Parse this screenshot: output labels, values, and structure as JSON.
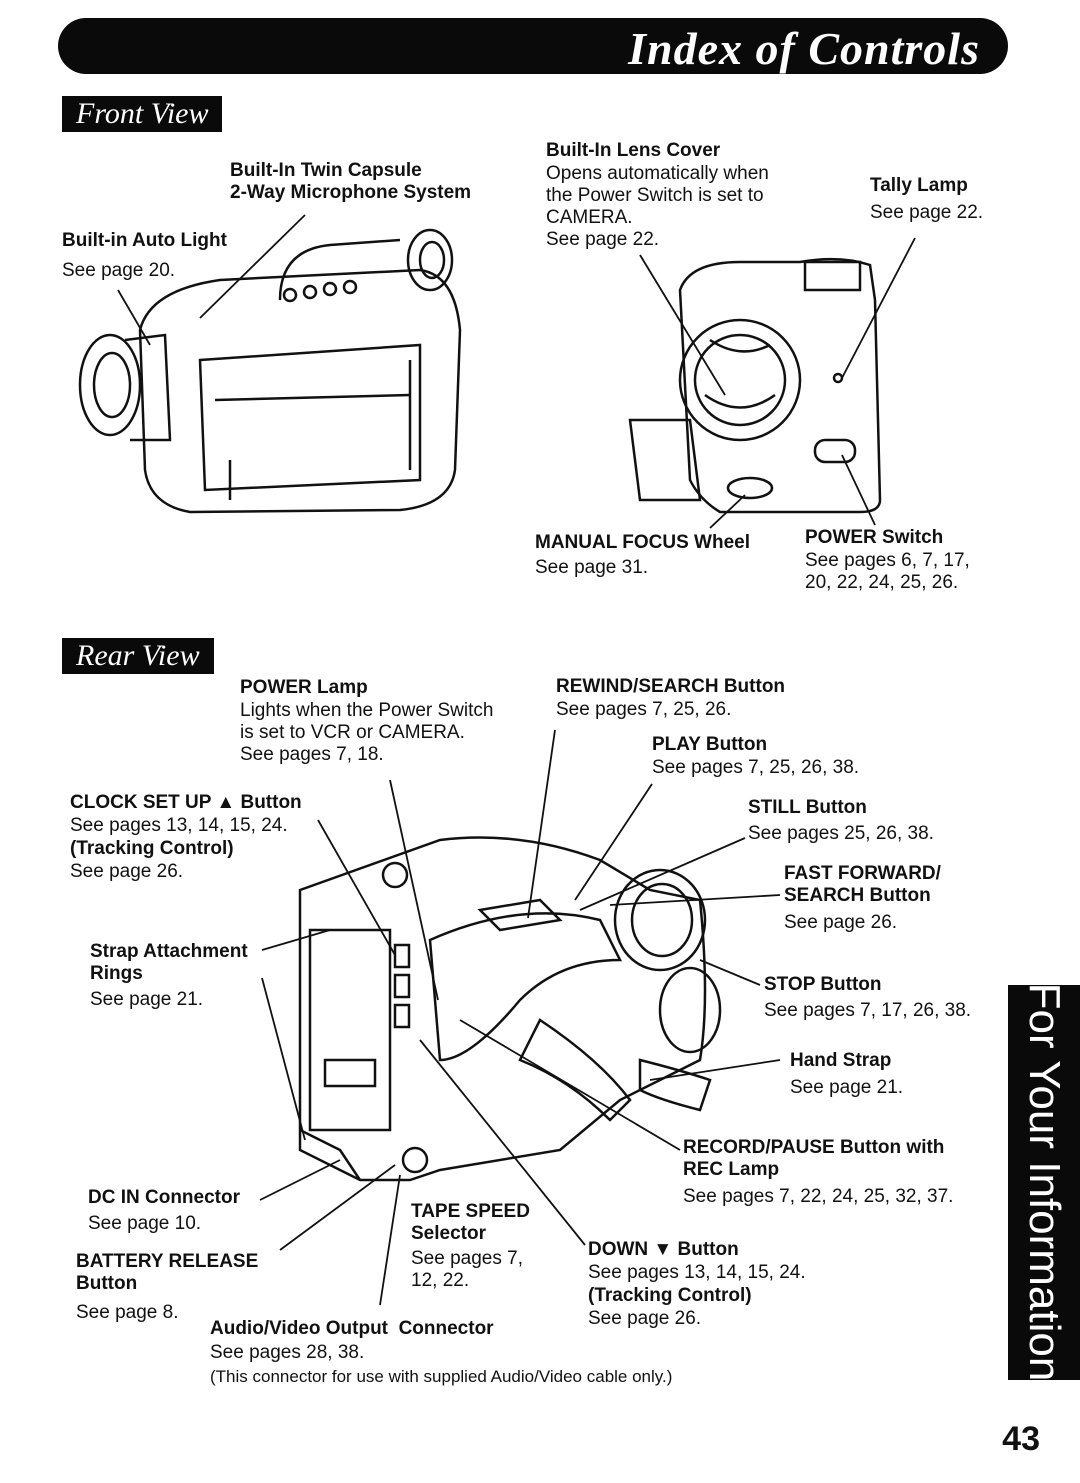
{
  "header": {
    "title": "Index of Controls"
  },
  "front_view": {
    "tab": "Front View",
    "labels": {
      "mic_title": "Built-In Twin Capsule\n2-Way Microphone System",
      "auto_light_title": "Built-in Auto Light",
      "auto_light_ref": "See page 20.",
      "lens_cover_title": "Built-In Lens Cover",
      "lens_cover_body": "Opens automatically when\nthe Power Switch is set to\nCAMERA.\nSee page 22.",
      "tally_title": "Tally Lamp",
      "tally_ref": "See page 22.",
      "focus_title": "MANUAL FOCUS Wheel",
      "focus_ref": "See page 31.",
      "power_switch_title": "POWER Switch",
      "power_switch_ref": "See pages 6, 7, 17,\n20, 22, 24, 25, 26."
    }
  },
  "rear_view": {
    "tab": "Rear View",
    "labels": {
      "power_lamp_title": "POWER Lamp",
      "power_lamp_body": "Lights when the Power Switch\nis set to VCR or CAMERA.\nSee pages 7, 18.",
      "rewind_title": "REWIND/SEARCH Button",
      "rewind_ref": "See pages 7, 25, 26.",
      "play_title": "PLAY Button",
      "play_ref": "See pages 7, 25, 26, 38.",
      "clock_title": "CLOCK SET UP ▲ Button",
      "clock_body": "See pages 13, 14, 15, 24.",
      "clock_tracking": "(Tracking Control)",
      "clock_tracking_ref": "See page 26.",
      "still_title": "STILL Button",
      "still_ref": "See pages 25, 26, 38.",
      "ff_title": "FAST FORWARD/\nSEARCH Button",
      "ff_ref": "See page 26.",
      "strap_rings_title": "Strap Attachment\nRings",
      "strap_rings_ref": "See page 21.",
      "stop_title": "STOP Button",
      "stop_ref": "See pages 7, 17, 26, 38.",
      "hand_strap_title": "Hand Strap",
      "hand_strap_ref": "See page 21.",
      "record_title": "RECORD/PAUSE Button with\nREC Lamp",
      "record_ref": "See pages 7, 22, 24, 25, 32, 37.",
      "dc_in_title": "DC IN Connector",
      "dc_in_ref": "See page 10.",
      "tape_speed_title": "TAPE SPEED\nSelector",
      "tape_speed_ref": "See pages 7,\n12, 22.",
      "battery_title": "BATTERY RELEASE\nButton",
      "battery_ref": "See page 8.",
      "down_title": "DOWN ▼ Button",
      "down_body": "See pages 13, 14, 15, 24.",
      "down_tracking": "(Tracking Control)",
      "down_tracking_ref": "See page 26.",
      "av_title": "Audio/Video Output  Connector",
      "av_ref": "See pages 28, 38.",
      "av_note": "(This connector for use with supplied Audio/Video cable only.)"
    }
  },
  "side_tab": {
    "text": "For Your Information"
  },
  "page_number": "43"
}
